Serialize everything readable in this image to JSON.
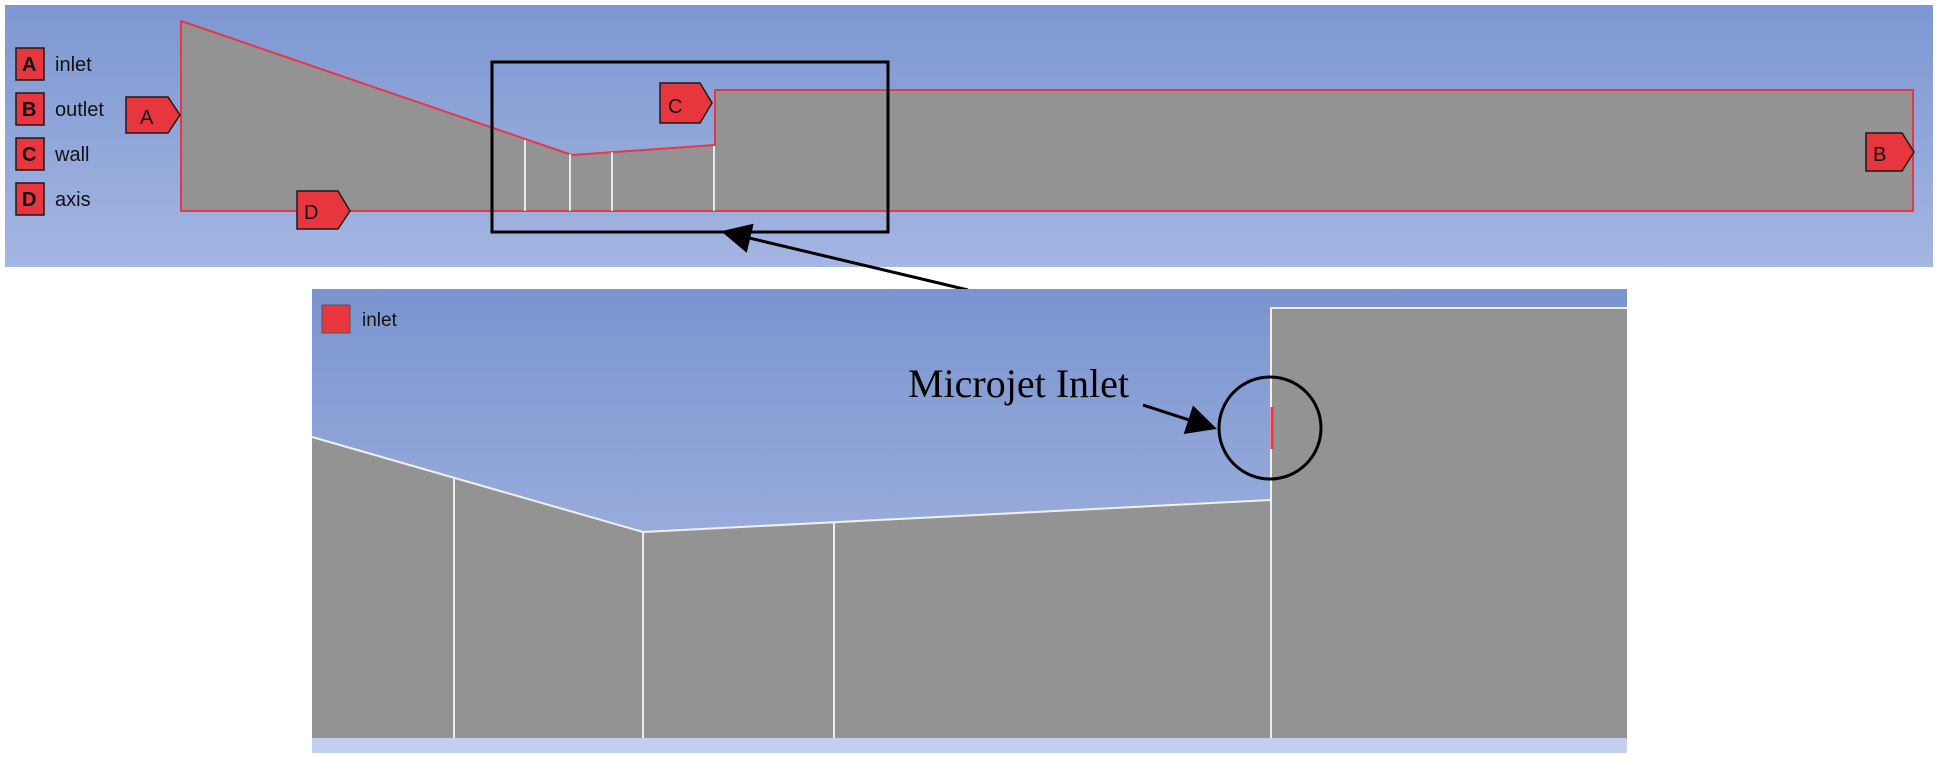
{
  "top_view": {
    "legend": [
      {
        "letter": "A",
        "label": "inlet"
      },
      {
        "letter": "B",
        "label": "outlet"
      },
      {
        "letter": "C",
        "label": "wall"
      },
      {
        "letter": "D",
        "label": "axis"
      }
    ],
    "tags": {
      "inlet": "A",
      "outlet": "B",
      "wall": "C",
      "axis": "D"
    }
  },
  "zoom_view": {
    "legend_label": "inlet",
    "annotation": "Microjet Inlet"
  },
  "colors": {
    "bg_top": "#7f98d2",
    "bg_bottom": "#aebfe4",
    "geometry_fill": "#8f8f8f",
    "boundary": "#e8364a",
    "tag_fill": "#e8363f",
    "grid_line": "#e6e6e6"
  }
}
